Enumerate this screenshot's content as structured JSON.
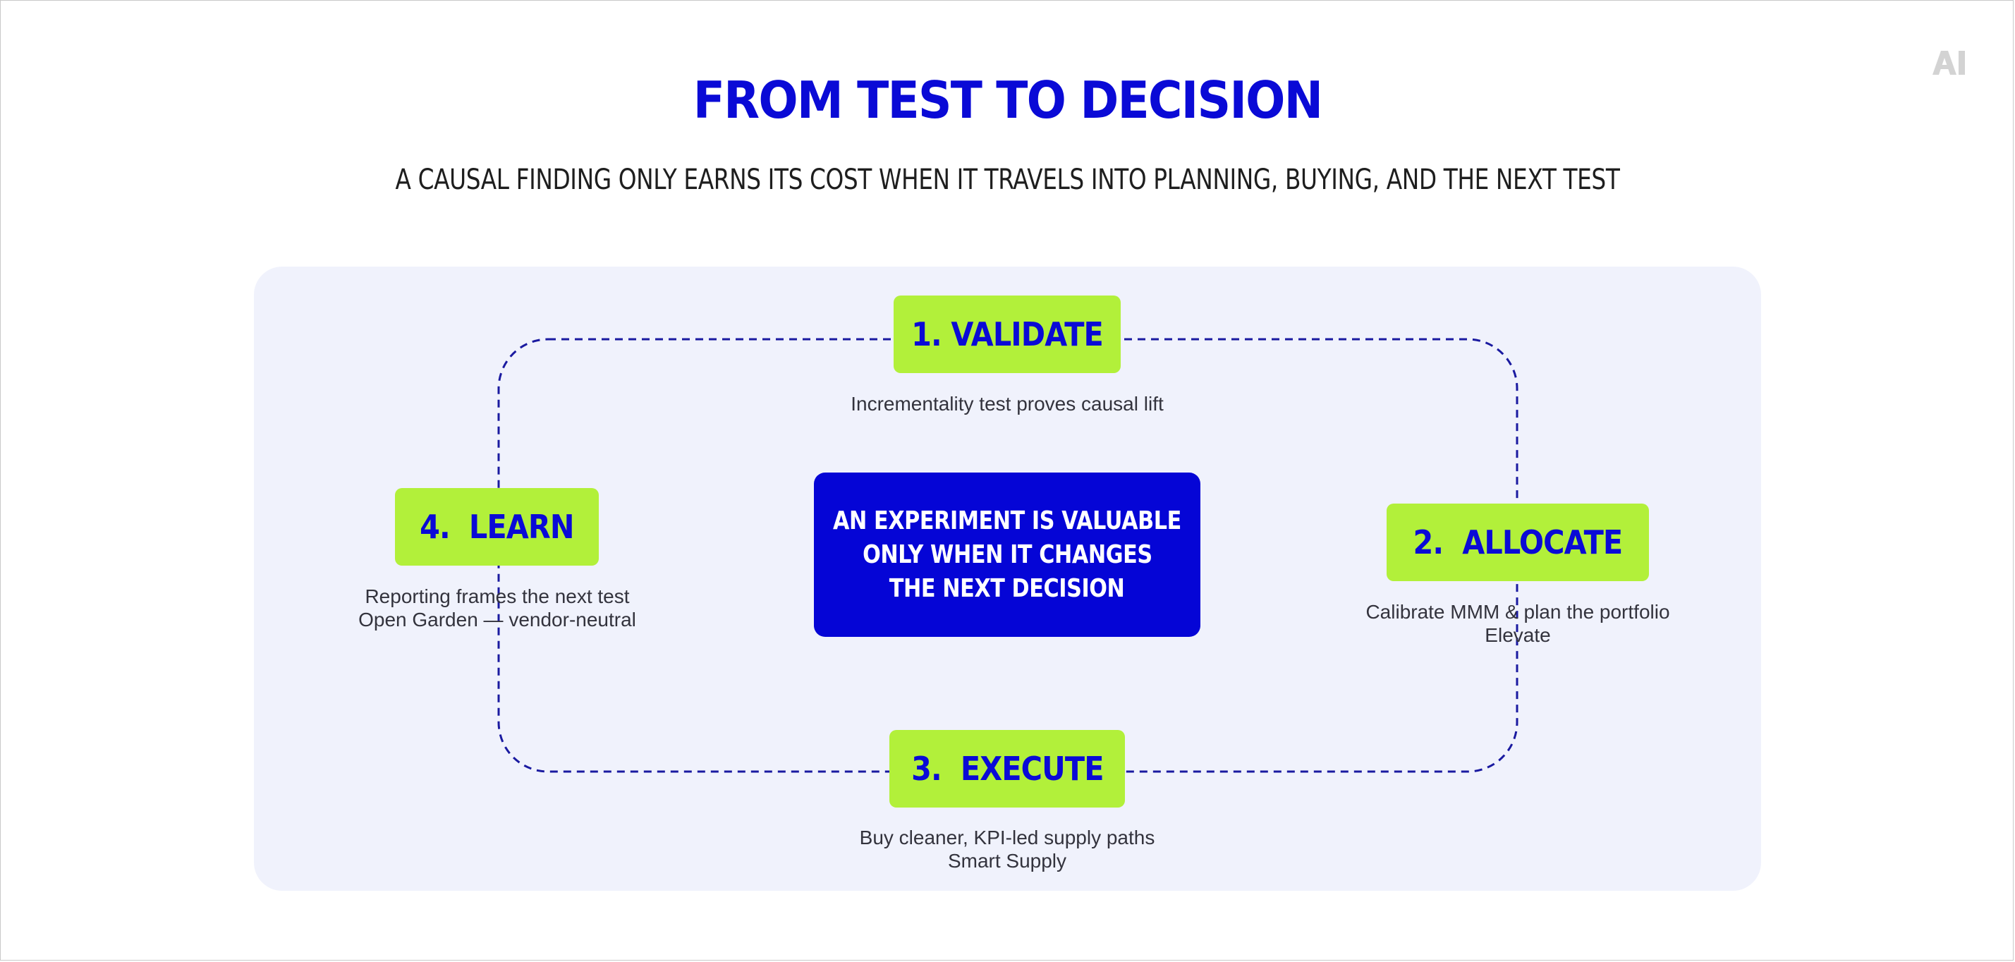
{
  "header": {
    "logo_text": "AI",
    "title": "FROM TEST TO DECISION",
    "subtitle": "A CAUSAL FINDING ONLY EARNS ITS COST WHEN IT TRAVELS INTO PLANNING, BUYING, AND THE NEXT TEST"
  },
  "center": {
    "lines": [
      "AN EXPERIMENT IS VALUABLE",
      "ONLY WHEN IT CHANGES",
      "THE NEXT DECISION"
    ]
  },
  "steps": [
    {
      "label": "1. VALIDATE",
      "desc_lines": [
        "Incrementality test proves causal lift"
      ]
    },
    {
      "label": "2.  ALLOCATE",
      "desc_lines": [
        "Calibrate MMM & plan the portfolio",
        "Elevate"
      ]
    },
    {
      "label": "3.  EXECUTE",
      "desc_lines": [
        "Buy cleaner, KPI-led supply paths",
        "Smart Supply"
      ]
    },
    {
      "label": "4.  LEARN",
      "desc_lines": [
        "Reporting frames the next test",
        "Open Garden — vendor-neutral"
      ]
    }
  ],
  "colors": {
    "title_blue": "#0a0ad6",
    "step_green": "#b2f03a",
    "center_blue": "#0505d6",
    "panel_bg": "#f0f2fc",
    "loop_line": "#1a1aa0",
    "logo_gray": "#d3d3d3"
  },
  "icons": {
    "logo": "ai-logo-icon"
  }
}
